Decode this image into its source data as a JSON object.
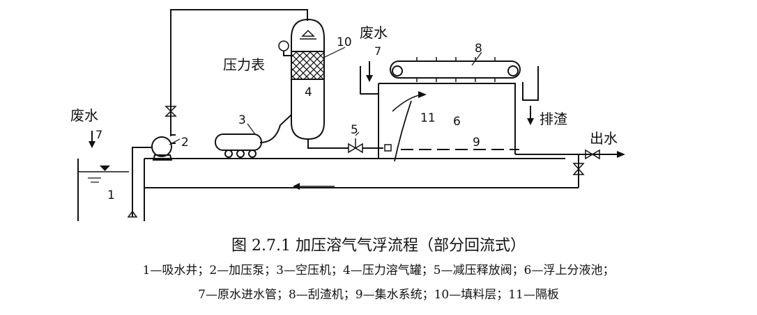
{
  "labels": {
    "waste_water_left": "废水",
    "n7_left": "7",
    "n1": "1",
    "n2": "2",
    "n3": "3",
    "n4": "4",
    "n5": "5",
    "n6": "6",
    "n7_right": "7",
    "n8": "8",
    "n9": "9",
    "n10": "10",
    "n11": "11",
    "pressure_gauge": "压力表",
    "waste_water_right": "废水",
    "scum_discharge": "排渣",
    "outlet_water": "出水"
  },
  "caption": {
    "title": "图 2.7.1   加压溶气气浮流程（部分回流式）",
    "legend_line1": "1—吸水井；2—加压泵；3—空压机；4—压力溶气罐；5—减压释放阀；6—浮上分液池；",
    "legend_line2": "7—原水进水管；8—刮渣机；9—集水系统；10—填料层；11—隔板"
  }
}
